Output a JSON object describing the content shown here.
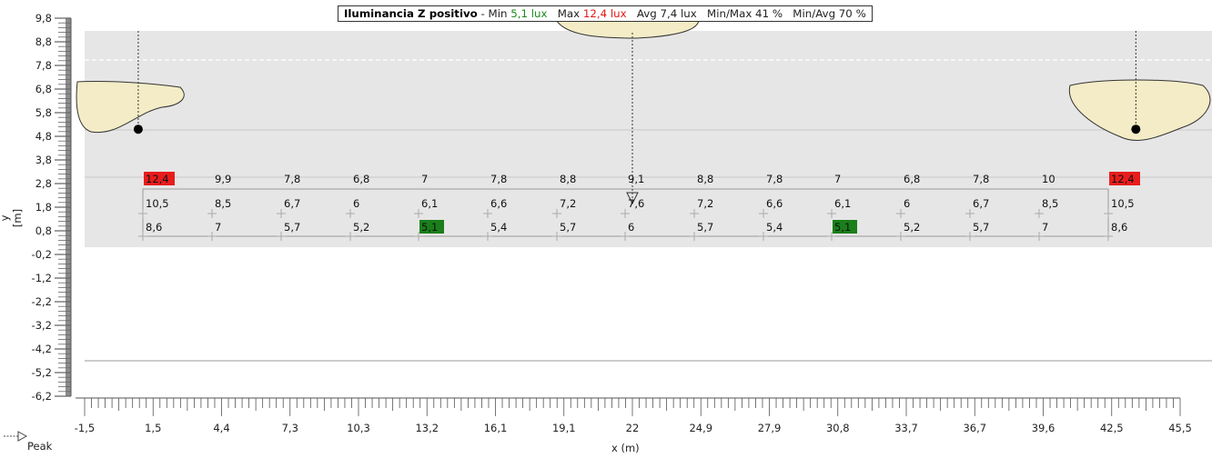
{
  "header": {
    "title": "Iluminancia  Z positivo",
    "sep": "  - Min ",
    "min_value": "5,1 lux",
    "max_label": "Max ",
    "max_value": "12,4 lux",
    "avg": "Avg 7,4 lux",
    "minmax": "Min/Max 41 %",
    "minavg": "Min/Avg 70 %"
  },
  "axes": {
    "y_label": "y [m]",
    "x_label": "x (m)",
    "peak_label": "Peak",
    "y_ticks": [
      "9,8",
      "8,8",
      "7,8",
      "6,8",
      "5,8",
      "4,8",
      "3,8",
      "2,8",
      "1,8",
      "0,8",
      "-0,2",
      "-1,2",
      "-2,2",
      "-3,2",
      "-4,2",
      "-5,2",
      "-6,2"
    ],
    "x_ticks": [
      "-1,5",
      "1,5",
      "4,4",
      "7,3",
      "10,3",
      "13,2",
      "16,1",
      "19,1",
      "22",
      "24,9",
      "27,9",
      "30,8",
      "33,7",
      "36,7",
      "39,6",
      "42,5",
      "45,5"
    ]
  },
  "colors": {
    "room_fill": "#e6e6e6",
    "min_highlight": "#1a7f1a",
    "max_highlight": "#e81c1c",
    "luminaire_fill": "#f4ecc6"
  },
  "chart_data": {
    "type": "table",
    "title": "Iluminancia  Z positivo",
    "xlabel": "x (m)",
    "ylabel": "y [m]",
    "xlim": [
      -1.5,
      45.5
    ],
    "ylim": [
      -6.2,
      9.8
    ],
    "rows": [
      [
        "12,4",
        "9,9",
        "7,8",
        "6,8",
        "7",
        "7,8",
        "8,8",
        "9,1",
        "8,8",
        "7,8",
        "7",
        "6,8",
        "7,8",
        "10",
        "12,4"
      ],
      [
        "10,5",
        "8,5",
        "6,7",
        "6",
        "6,1",
        "6,6",
        "7,2",
        "7,6",
        "7,2",
        "6,6",
        "6,1",
        "6",
        "6,7",
        "8,5",
        "10,5"
      ],
      [
        "8,6",
        "7",
        "5,7",
        "5,2",
        "5,1",
        "5,4",
        "5,7",
        "6",
        "5,7",
        "5,4",
        "5,1",
        "5,2",
        "5,7",
        "7",
        "8,6"
      ]
    ],
    "min_cells": [
      [
        2,
        4
      ],
      [
        2,
        10
      ]
    ],
    "max_cells": [
      [
        0,
        0
      ],
      [
        0,
        14
      ]
    ],
    "luminaires": [
      {
        "x": 0.8,
        "y": 5.1
      },
      {
        "x": 22,
        "y": 9.8
      },
      {
        "x": 43.6,
        "y": 5.1
      }
    ]
  }
}
